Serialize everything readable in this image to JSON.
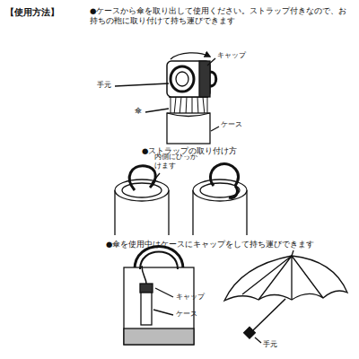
{
  "diagram": {
    "title": "【使用方法】",
    "labels": [
      "●ケースから傘を取り出して使用ください。ストラップ付きなので、お持ちの鞄に取り付けて持ち運びできます",
      "キャップ",
      "手元",
      "傘",
      "ケース",
      "●ストラップの取り付け方",
      "内側にひっかけます",
      "●傘を使用中はケースにキャップをして持ち運びできます",
      "キャップ",
      "ケース",
      "手元"
    ]
  }
}
